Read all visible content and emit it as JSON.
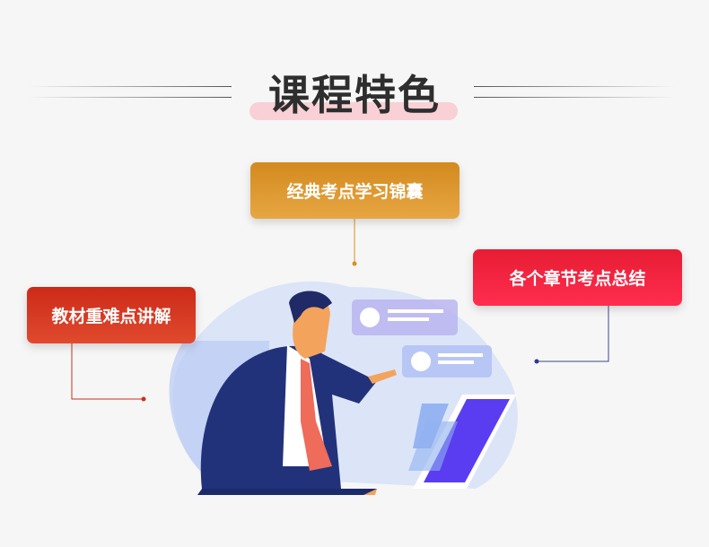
{
  "title": "课程特色",
  "features": [
    "经典考点学习锦囊",
    "各个章节考点总结",
    "教材重难点讲解"
  ],
  "colors": {
    "gold": "#d9901f",
    "red": "#f01e3a",
    "orange_red": "#d4341f",
    "navy": "#1f2f73"
  }
}
